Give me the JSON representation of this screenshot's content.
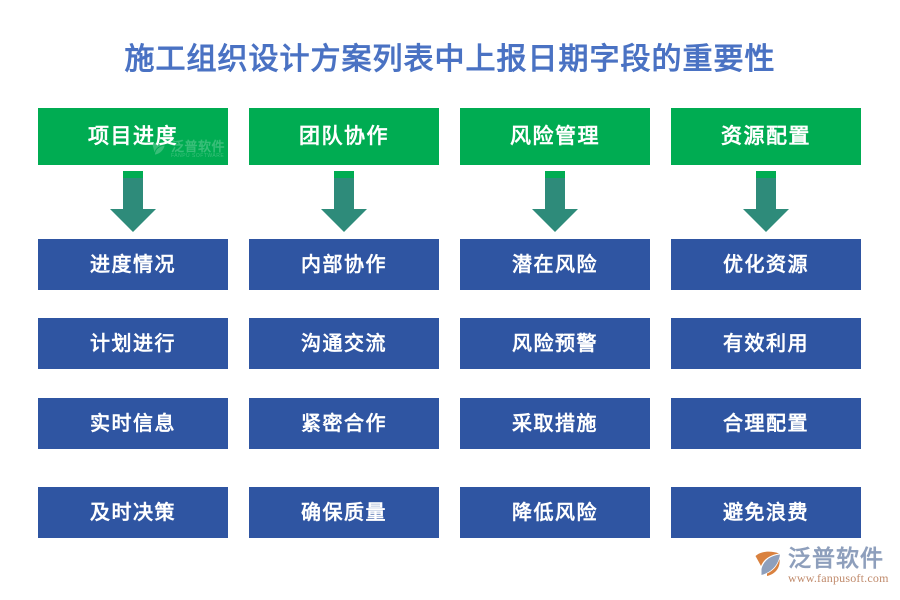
{
  "page": {
    "title": "施工组织设计方案列表中上报日期字段的重要性",
    "background_color": "#ffffff",
    "title_color": "#4a72c3"
  },
  "theme": {
    "header_green": "#00ac52",
    "item_blue": "#2f55a2",
    "arrow_teal": "#2e8b7a",
    "arrow_cap_green": "#00ac52",
    "label_white": "#ffffff"
  },
  "columns": [
    {
      "header": "项目进度",
      "arrow": "down-arrow",
      "items": [
        "进度情况",
        "计划进行",
        "实时信息",
        "及时决策"
      ]
    },
    {
      "header": "团队协作",
      "arrow": "down-arrow",
      "items": [
        "内部协作",
        "沟通交流",
        "紧密合作",
        "确保质量"
      ]
    },
    {
      "header": "风险管理",
      "arrow": "down-arrow",
      "items": [
        "潜在风险",
        "风险预警",
        "采取措施",
        "降低风险"
      ]
    },
    {
      "header": "资源配置",
      "arrow": "down-arrow",
      "items": [
        "优化资源",
        "有效利用",
        "合理配置",
        "避免浪费"
      ]
    }
  ],
  "watermark": {
    "name": "泛普软件",
    "subtitle": "FANPU SOFTWARE"
  },
  "brand": {
    "name": "泛普软件",
    "url": "www.fanpusoft.com",
    "mark_colors": {
      "orange": "#d9813f",
      "grey_blue": "#8e9fbc"
    }
  }
}
